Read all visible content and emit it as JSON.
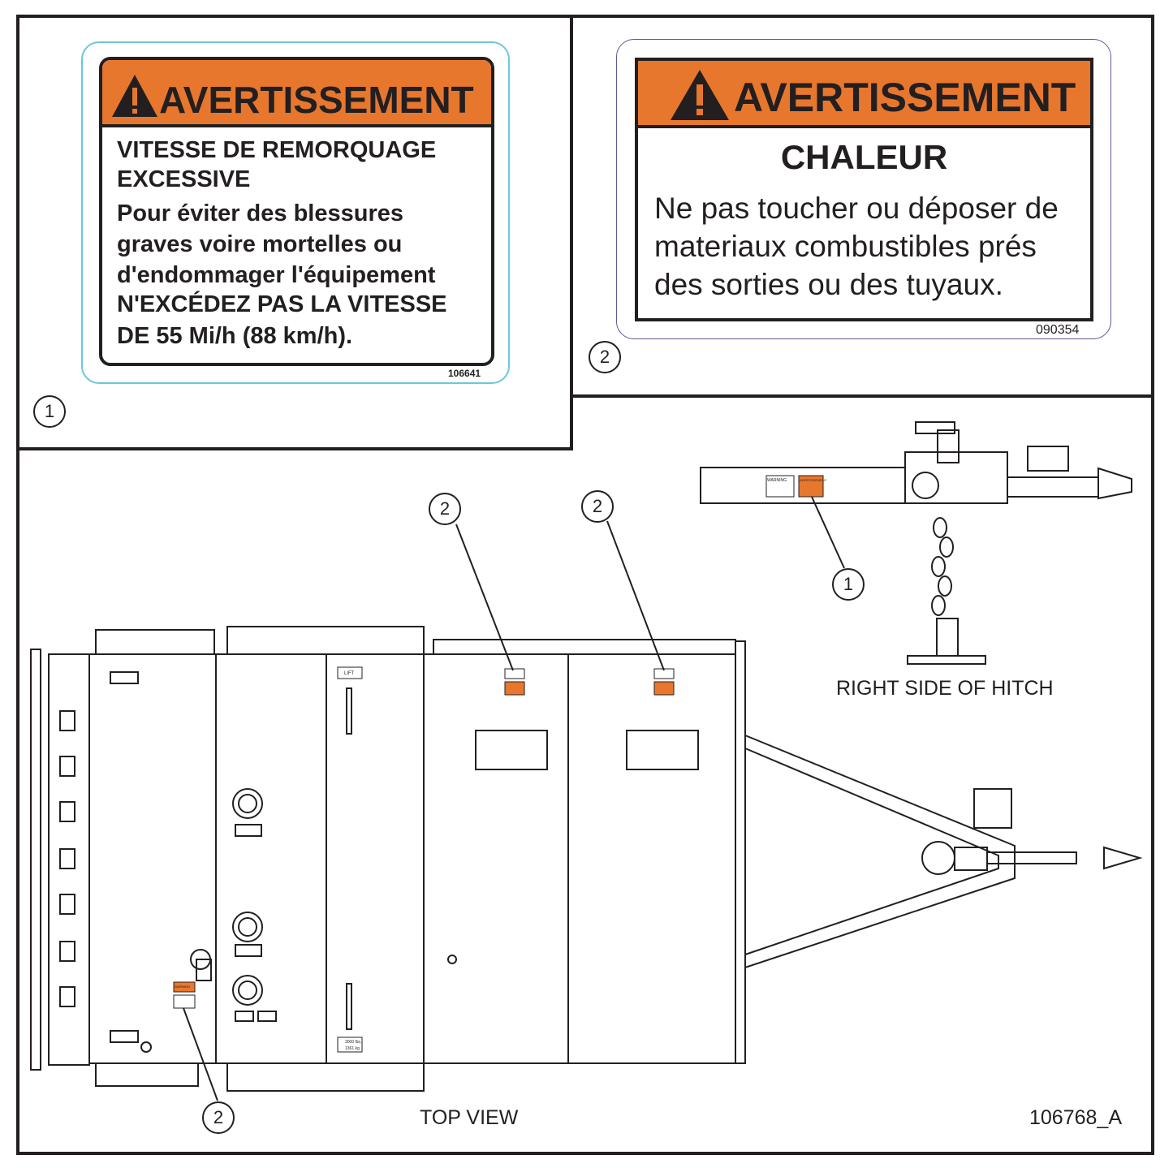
{
  "colors": {
    "stroke": "#231f20",
    "accent": "#e8772e",
    "card1_border": "#6ec6dc",
    "card2_border": "#5a5a96"
  },
  "label1": {
    "signal_word": "AVERTISSEMENT",
    "lines": [
      "VITESSE DE REMORQUAGE",
      "EXCESSIVE",
      "Pour éviter des blessures",
      "graves voire mortelles ou",
      "d'endommager l'équipement",
      "N'EXCÉDEZ PAS LA VITESSE",
      "DE 55 Mi/h (88 km/h)."
    ],
    "part_number": "106641",
    "callout": "1"
  },
  "label2": {
    "signal_word": "AVERTISSEMENT",
    "heading": "CHALEUR",
    "lines": [
      "Ne pas toucher ou déposer de",
      "materiaux combustibles prés",
      "des sorties ou des tuyaux."
    ],
    "part_number": "090354",
    "callout": "2"
  },
  "diagram": {
    "hitch_caption": "RIGHT SIDE OF HITCH",
    "top_view_caption": "TOP VIEW",
    "drawing_number": "106768_A",
    "callouts": [
      "2",
      "2",
      "1",
      "2"
    ],
    "tag_warning": "WARNING",
    "tag_avertissement": "AVERTISSEMENT",
    "decal_lift": "LIFT",
    "decal_weight_lbs": "3000 lbs.",
    "decal_weight_kg": "1361 kg."
  }
}
